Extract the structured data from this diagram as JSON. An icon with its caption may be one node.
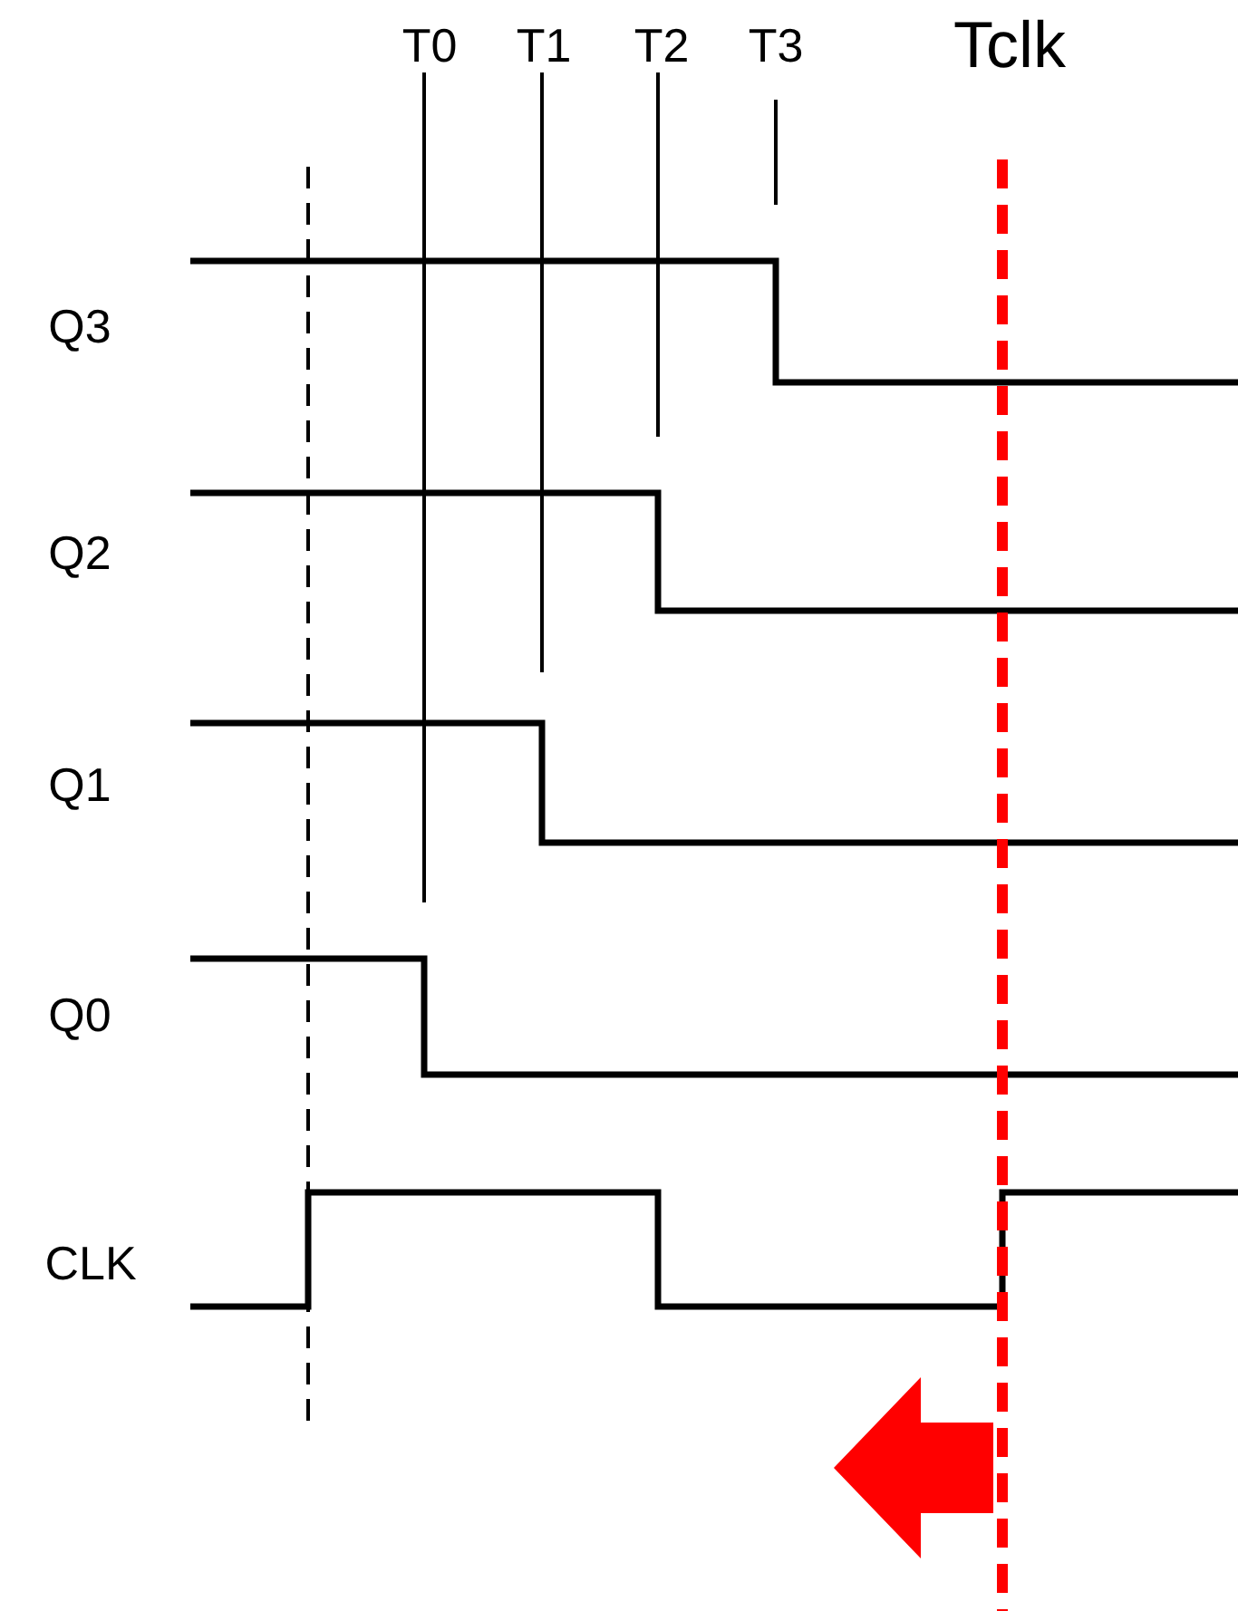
{
  "diagram": {
    "labels": [
      "T0",
      "T1",
      "T2",
      "T3",
      "Tclk",
      "Q3",
      "Q2",
      "Q1",
      "Q0",
      "CLK"
    ]
  }
}
